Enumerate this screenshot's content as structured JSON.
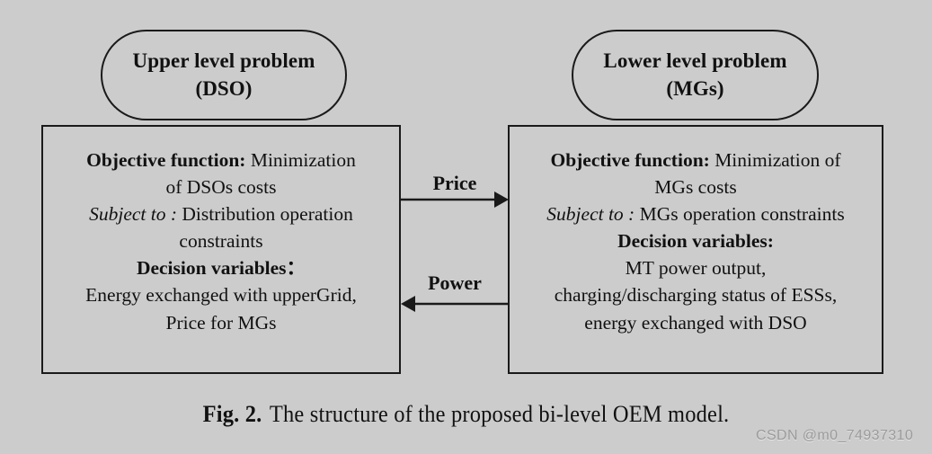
{
  "figure": {
    "background_color": "#cccccc",
    "stroke_color": "#1a1a1a",
    "caption_number": "Fig. 2.",
    "caption_text": "The structure of the proposed bi-level OEM model.",
    "watermark": "CSDN @m0_74937310"
  },
  "nodes": {
    "upper": {
      "title_line1": "Upper level problem",
      "title_line2": "(DSO)"
    },
    "lower": {
      "title_line1": "Lower level problem",
      "title_line2": "(MGs)"
    }
  },
  "boxes": {
    "upper": {
      "objective_label": "Objective function:",
      "objective_value": " Minimization",
      "objective_value_cont": "of DSOs costs",
      "subject_label": "Subject to :",
      "subject_value": " Distribution operation",
      "subject_value_cont": "constraints",
      "decision_label": "Decision variables：",
      "decision_value_line1": "Energy exchanged with upperGrid,",
      "decision_value_line2": "Price for MGs"
    },
    "lower": {
      "objective_label": "Objective function:",
      "objective_value": " Minimization of",
      "objective_value_cont": "MGs costs",
      "subject_label": "Subject to :",
      "subject_value": " MGs operation constraints",
      "decision_label": "Decision variables:",
      "decision_value_line1": "MT power output,",
      "decision_value_line2": "charging/discharging status of ESSs,",
      "decision_value_line3": "energy exchanged with DSO"
    }
  },
  "arrows": {
    "price": {
      "label": "Price",
      "direction": "right"
    },
    "power": {
      "label": "Power",
      "direction": "left"
    }
  }
}
